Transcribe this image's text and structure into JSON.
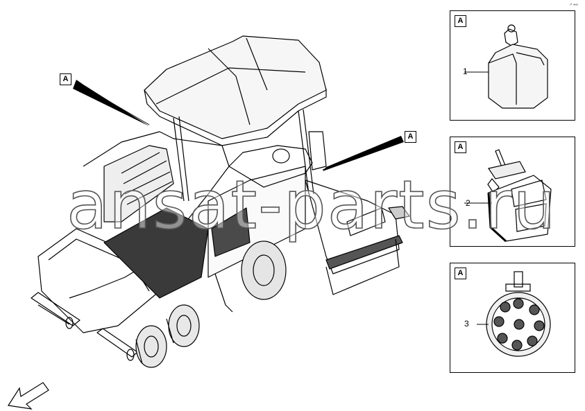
{
  "callouts": {
    "main_left": "A",
    "main_right": "A",
    "panel1": "A",
    "panel2": "A",
    "panel3": "A"
  },
  "parts": [
    {
      "number": "1"
    },
    {
      "number": "2"
    },
    {
      "number": "3"
    }
  ],
  "watermark": "ansat-parts.ru",
  "corner_mark": "↗ ∞∞",
  "icons": [
    "paver-machine-drawing",
    "direction-arrow",
    "work-light-square",
    "work-light-led-square",
    "work-light-led-round"
  ]
}
